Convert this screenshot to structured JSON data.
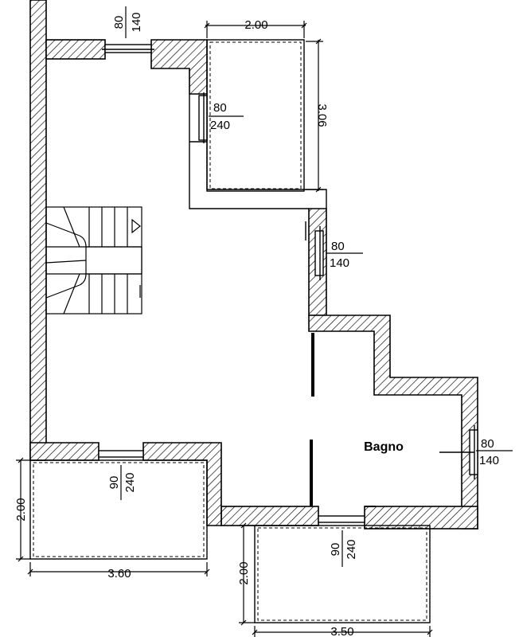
{
  "dimensions": {
    "top_balcony_width": "2.00",
    "top_balcony_depth": "3.06",
    "left_balcony_depth": "2.00",
    "left_balcony_width": "3.60",
    "bottom_balcony_depth": "2.00",
    "bottom_balcony_width": "3.50"
  },
  "openings": {
    "top_window": {
      "width": "80",
      "height": "140"
    },
    "upper_door": {
      "width": "80",
      "height": "240"
    },
    "mid_window": {
      "width": "80",
      "height": "140"
    },
    "bath_window": {
      "width": "80",
      "height": "140"
    },
    "left_balcony_door": {
      "width": "90",
      "height": "240"
    },
    "bottom_balcony_door": {
      "width": "90",
      "height": "240"
    }
  },
  "rooms": {
    "bathroom": "Bagno"
  }
}
